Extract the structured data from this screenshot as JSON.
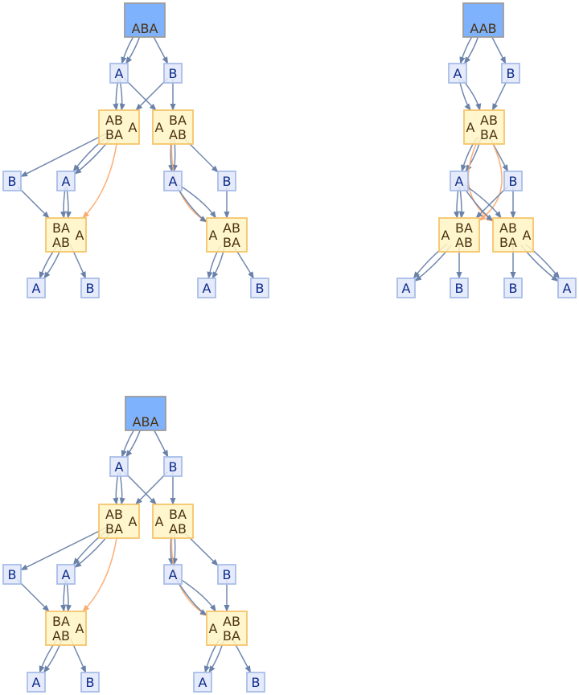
{
  "colors": {
    "root_fill": "#7fb2fc",
    "root_stroke": "#9c9c9c",
    "root_text": "#4a3210",
    "state_fill": "#fff4c4",
    "state_stroke": "#f5c56b",
    "state_text": "#4a3210",
    "letter_fill": "#e0e8fa",
    "letter_stroke": "#a9bde8",
    "letter_text": "#0b2a8a",
    "edge": "#6a82aa",
    "special_edge": "#fbab6f"
  },
  "graphs": [
    {
      "id": "graph-aba-1",
      "root_label": "ABA",
      "nodes": [
        {
          "id": "root",
          "kind": "root",
          "lines": [
            "ABA"
          ]
        },
        {
          "id": "a1",
          "kind": "letter",
          "lines": [
            "A"
          ]
        },
        {
          "id": "b1",
          "kind": "letter",
          "lines": [
            "B"
          ]
        },
        {
          "id": "s1",
          "kind": "state",
          "lines": [
            "AB",
            "BA"
          ],
          "side": "A",
          "side_pos": "right"
        },
        {
          "id": "s2",
          "kind": "state",
          "lines": [
            "BA",
            "AB"
          ],
          "side": "A",
          "side_pos": "left"
        },
        {
          "id": "b2",
          "kind": "letter",
          "lines": [
            "B"
          ]
        },
        {
          "id": "a2",
          "kind": "letter",
          "lines": [
            "A"
          ]
        },
        {
          "id": "a3",
          "kind": "letter",
          "lines": [
            "A"
          ]
        },
        {
          "id": "b3",
          "kind": "letter",
          "lines": [
            "B"
          ]
        },
        {
          "id": "s3",
          "kind": "state",
          "lines": [
            "BA",
            "AB"
          ],
          "side": "A",
          "side_pos": "right"
        },
        {
          "id": "s4",
          "kind": "state",
          "lines": [
            "AB",
            "BA"
          ],
          "side": "A",
          "side_pos": "left"
        },
        {
          "id": "a4",
          "kind": "letter",
          "lines": [
            "A"
          ]
        },
        {
          "id": "b4",
          "kind": "letter",
          "lines": [
            "B"
          ]
        },
        {
          "id": "a5",
          "kind": "letter",
          "lines": [
            "A"
          ]
        },
        {
          "id": "b5",
          "kind": "letter",
          "lines": [
            "B"
          ]
        }
      ]
    },
    {
      "id": "graph-aab",
      "root_label": "AAB",
      "nodes": [
        {
          "id": "root",
          "kind": "root",
          "lines": [
            "AAB"
          ]
        },
        {
          "id": "a1",
          "kind": "letter",
          "lines": [
            "A"
          ]
        },
        {
          "id": "b1",
          "kind": "letter",
          "lines": [
            "B"
          ]
        },
        {
          "id": "s1",
          "kind": "state",
          "lines": [
            "AB",
            "BA"
          ],
          "side": "A",
          "side_pos": "left"
        },
        {
          "id": "a2",
          "kind": "letter",
          "lines": [
            "A"
          ]
        },
        {
          "id": "b2",
          "kind": "letter",
          "lines": [
            "B"
          ]
        },
        {
          "id": "s2",
          "kind": "state",
          "lines": [
            "BA",
            "AB"
          ],
          "side": "A",
          "side_pos": "left"
        },
        {
          "id": "s3",
          "kind": "state",
          "lines": [
            "AB",
            "BA"
          ],
          "side": "A",
          "side_pos": "right"
        },
        {
          "id": "a3",
          "kind": "letter",
          "lines": [
            "A"
          ]
        },
        {
          "id": "b3",
          "kind": "letter",
          "lines": [
            "B"
          ]
        },
        {
          "id": "b4",
          "kind": "letter",
          "lines": [
            "B"
          ]
        },
        {
          "id": "a4",
          "kind": "letter",
          "lines": [
            "A"
          ]
        }
      ]
    },
    {
      "id": "graph-aba-2",
      "root_label": "ABA",
      "nodes": [
        {
          "id": "root",
          "kind": "root",
          "lines": [
            "ABA"
          ]
        },
        {
          "id": "a1",
          "kind": "letter",
          "lines": [
            "A"
          ]
        },
        {
          "id": "b1",
          "kind": "letter",
          "lines": [
            "B"
          ]
        },
        {
          "id": "s1",
          "kind": "state",
          "lines": [
            "AB",
            "BA"
          ],
          "side": "A",
          "side_pos": "right"
        },
        {
          "id": "s2",
          "kind": "state",
          "lines": [
            "BA",
            "AB"
          ],
          "side": "A",
          "side_pos": "left"
        },
        {
          "id": "b2",
          "kind": "letter",
          "lines": [
            "B"
          ]
        },
        {
          "id": "a2",
          "kind": "letter",
          "lines": [
            "A"
          ]
        },
        {
          "id": "a3",
          "kind": "letter",
          "lines": [
            "A"
          ]
        },
        {
          "id": "b3",
          "kind": "letter",
          "lines": [
            "B"
          ]
        },
        {
          "id": "s3",
          "kind": "state",
          "lines": [
            "BA",
            "AB"
          ],
          "side": "A",
          "side_pos": "right"
        },
        {
          "id": "s4",
          "kind": "state",
          "lines": [
            "AB",
            "BA"
          ],
          "side": "A",
          "side_pos": "left"
        },
        {
          "id": "a4",
          "kind": "letter",
          "lines": [
            "A"
          ]
        },
        {
          "id": "b4",
          "kind": "letter",
          "lines": [
            "B"
          ]
        },
        {
          "id": "a5",
          "kind": "letter",
          "lines": [
            "A"
          ]
        },
        {
          "id": "b5",
          "kind": "letter",
          "lines": [
            "B"
          ]
        }
      ]
    }
  ]
}
